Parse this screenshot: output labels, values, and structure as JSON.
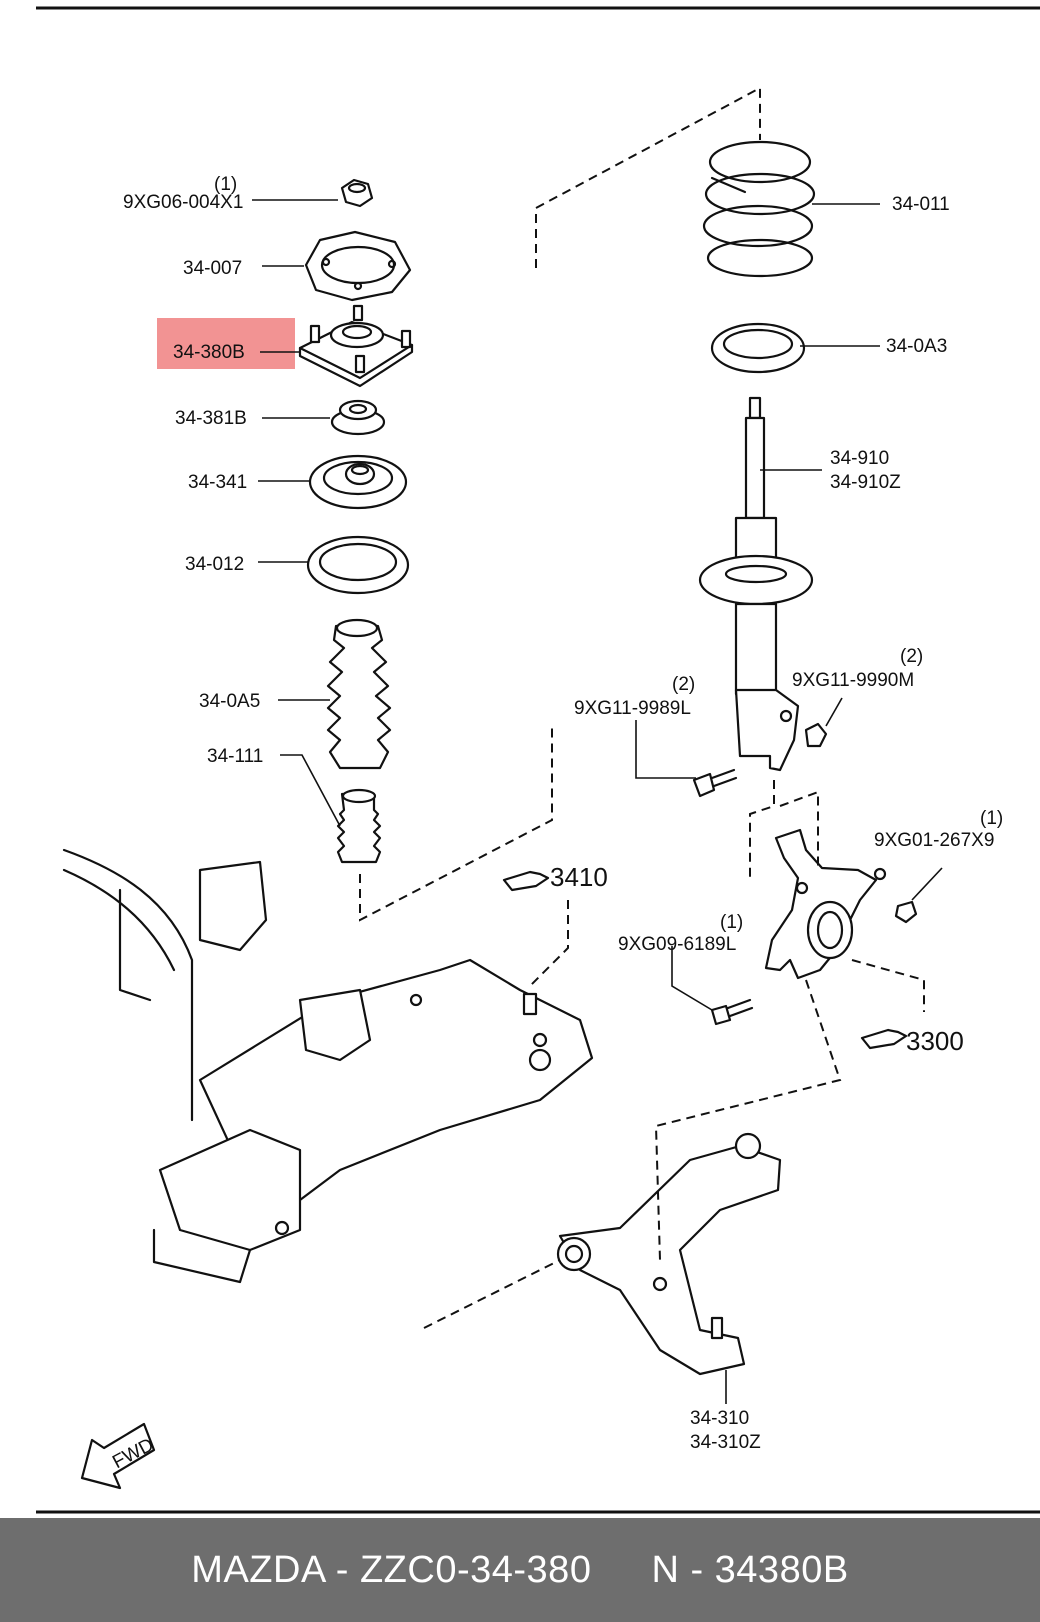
{
  "highlight_color": "#f08080",
  "labels": {
    "nut_qty": "(1)",
    "nut_part": "9XG06-004X1",
    "p34_007": "34-007",
    "p34_380b": "34-380B",
    "p34_381b": "34-381B",
    "p34_341": "34-341",
    "p34_012": "34-012",
    "p34_0a5": "34-0A5",
    "p34_111": "34-111",
    "p34_011": "34-011",
    "p34_0a3": "34-0A3",
    "p34_910": "34-910",
    "p34_910z": "34-910Z",
    "bolt_l_qty": "(2)",
    "bolt_l_part": "9XG11-9989L",
    "nut_m_qty": "(2)",
    "nut_m_part": "9XG11-9990M",
    "nut_x9_qty": "(1)",
    "nut_x9_part": "9XG01-267X9",
    "bolt_6189_qty": "(1)",
    "bolt_6189_part": "9XG09-6189L",
    "ref_3410": "3410",
    "ref_3300": "3300",
    "p34_310": "34-310",
    "p34_310z": "34-310Z",
    "fwd": "FWD"
  },
  "footer": {
    "left": "MAZDA - ZZC0-34-380",
    "right": "N - 34380B"
  }
}
